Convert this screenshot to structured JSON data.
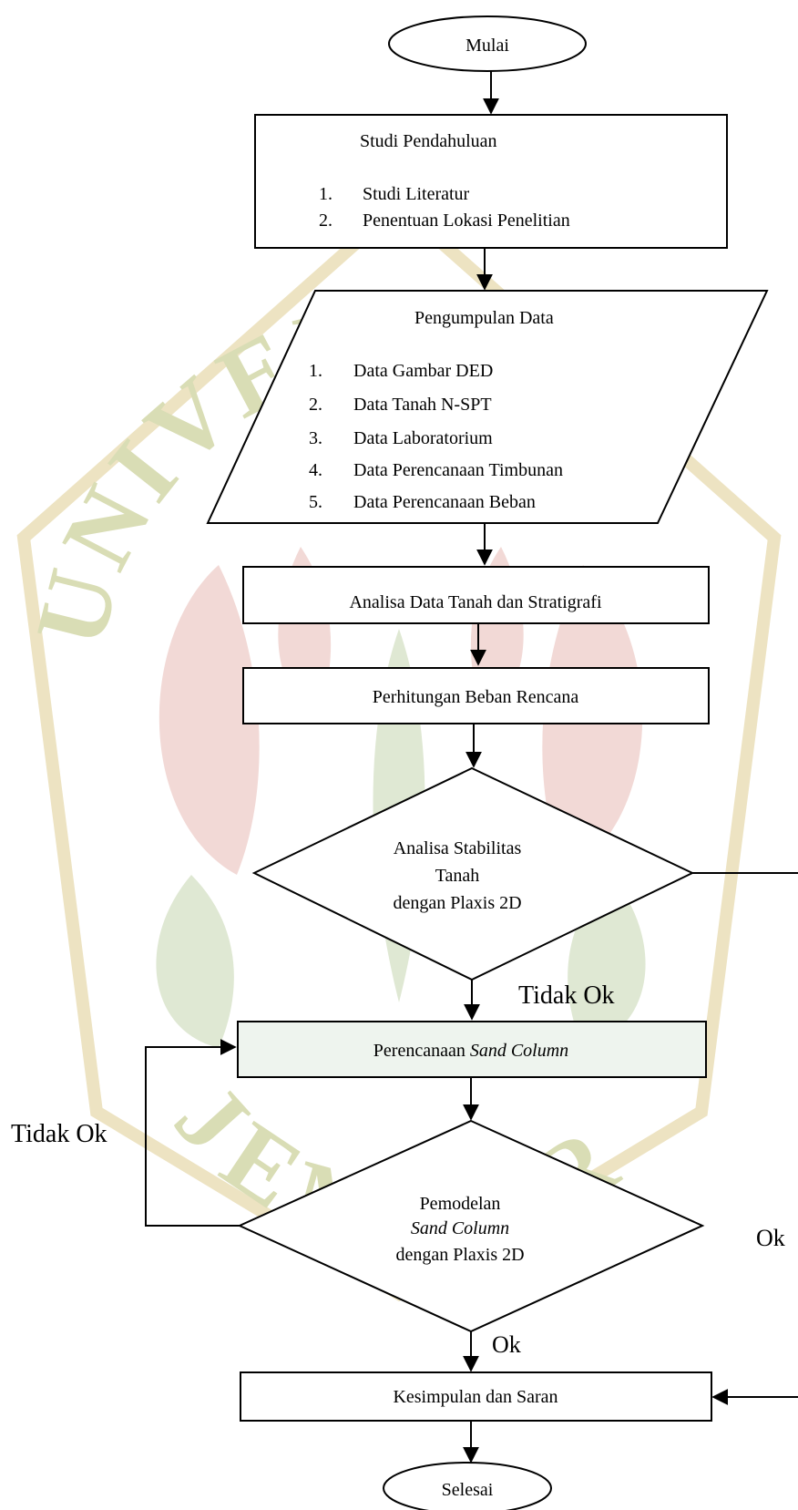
{
  "watermark": {
    "text": "UNIVERSITAS JEMBER",
    "colors": {
      "text": "#d9ddb5",
      "leaf_red": "#f2d9d6",
      "leaf_green": "#dfe8d3",
      "shield": "#ede3c2"
    }
  },
  "flowchart": {
    "start": "Mulai",
    "studi": {
      "title": "Studi Pendahuluan",
      "items": [
        "Studi Literatur",
        "Penentuan Lokasi Penelitian"
      ]
    },
    "pengumpulan": {
      "title": "Pengumpulan Data",
      "items": [
        "Data Gambar DED",
        "Data Tanah N-SPT",
        "Data Laboratorium",
        "Data Perencanaan Timbunan",
        "Data Perencanaan Beban"
      ]
    },
    "analisa_data": "Analisa Data Tanah dan Stratigrafi",
    "perhitungan": "Perhitungan Beban Rencana",
    "stabilitas": {
      "line1": "Analisa Stabilitas",
      "line2": "Tanah",
      "line3": "dengan Plaxis 2D"
    },
    "label_tidak_ok_1": "Tidak Ok",
    "perencanaan": {
      "prefix": "Perencanaan ",
      "italic": "Sand Column"
    },
    "pemodelan": {
      "line1": "Pemodelan",
      "line2": "Sand Column",
      "line3": "dengan Plaxis 2D"
    },
    "label_tidak_ok_2": "Tidak Ok",
    "label_ok_right": "Ok",
    "label_ok_bottom": "Ok",
    "kesimpulan": "Kesimpulan dan Saran",
    "end": "Selesai"
  }
}
